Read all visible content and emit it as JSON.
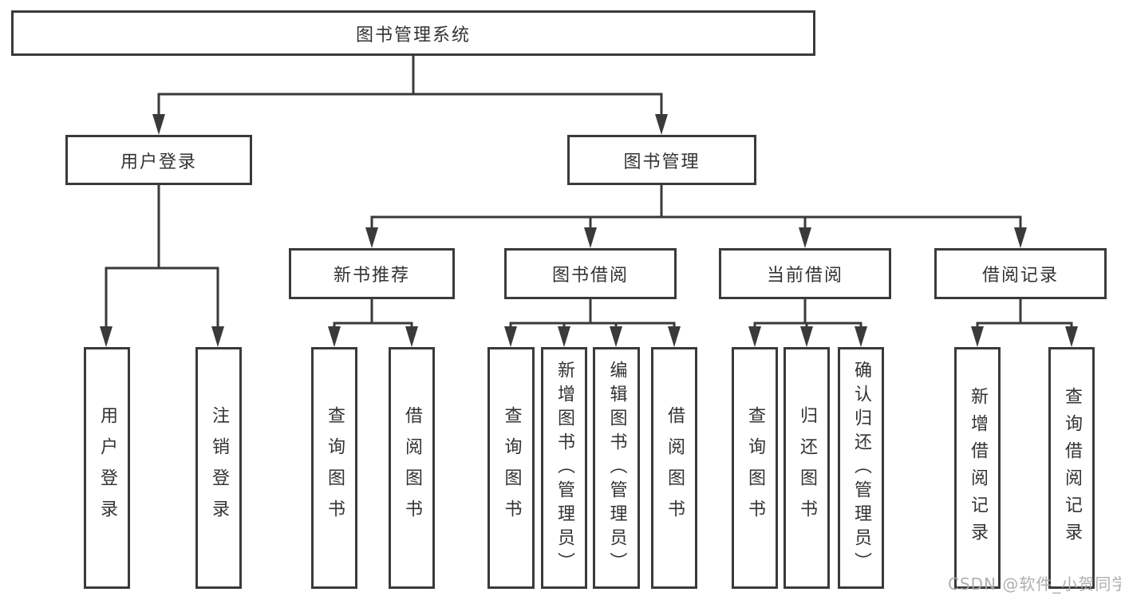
{
  "colors": {
    "line": "#3a3a3a",
    "box_border": "#3a3a3a",
    "text": "#333333",
    "background": "#ffffff",
    "watermark": "#a8a8a8"
  },
  "diagram": {
    "root": {
      "label": "图书管理系统"
    },
    "level2": [
      {
        "label": "用户登录",
        "parent": "图书管理系统"
      },
      {
        "label": "图书管理",
        "parent": "图书管理系统"
      }
    ],
    "level3": [
      {
        "label": "新书推荐",
        "parent": "图书管理"
      },
      {
        "label": "图书借阅",
        "parent": "图书管理"
      },
      {
        "label": "当前借阅",
        "parent": "图书管理"
      },
      {
        "label": "借阅记录",
        "parent": "图书管理"
      }
    ],
    "leaves": [
      {
        "label": "用户登录",
        "parent": "用户登录"
      },
      {
        "label": "注销登录",
        "parent": "用户登录"
      },
      {
        "label": "查询图书",
        "parent": "新书推荐"
      },
      {
        "label": "借阅图书",
        "parent": "新书推荐"
      },
      {
        "label": "查询图书",
        "parent": "图书借阅"
      },
      {
        "label": "新增图书（管理员）",
        "parent": "图书借阅"
      },
      {
        "label": "编辑图书（管理员）",
        "parent": "图书借阅"
      },
      {
        "label": "借阅图书",
        "parent": "图书借阅"
      },
      {
        "label": "查询图书",
        "parent": "当前借阅"
      },
      {
        "label": "归还图书",
        "parent": "当前借阅"
      },
      {
        "label": "确认归还（管理员）",
        "parent": "当前借阅"
      },
      {
        "label": "新增借阅记录",
        "parent": "借阅记录"
      },
      {
        "label": "查询借阅记录",
        "parent": "借阅记录"
      }
    ]
  },
  "watermark": {
    "text": "CSDN @软件_小贺同学"
  }
}
